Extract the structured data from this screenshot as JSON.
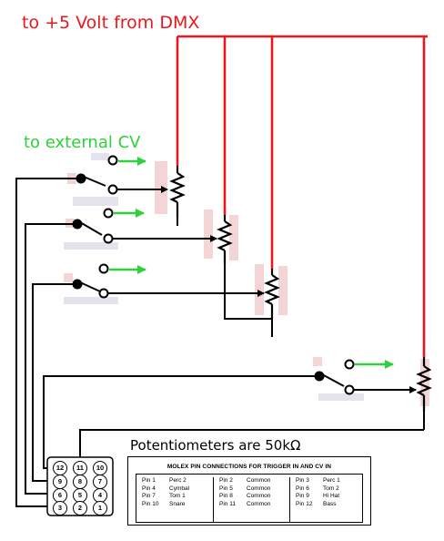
{
  "labels": {
    "dmx_supply": "to +5 Volt from DMX",
    "external_cv": "to external CV",
    "pot_value": "Potentiometers are 50kΩ"
  },
  "colors": {
    "supply_wire": "#e8181e",
    "cv_arrow": "#2fd13a",
    "wire": "#000000",
    "ghost": "#f0c8c8"
  },
  "connector": {
    "pins": [
      "12",
      "11",
      "10",
      "9",
      "8",
      "7",
      "6",
      "5",
      "4",
      "3",
      "2",
      "1"
    ]
  },
  "pin_table": {
    "title": "MOLEX PIN CONNECTIONS FOR TRIGGER IN AND CV IN",
    "columns": [
      [
        {
          "pin": "Pin 1",
          "name": "Perc 2"
        },
        {
          "pin": "Pin 4",
          "name": "Cymbal"
        },
        {
          "pin": "Pin 7",
          "name": "Tom 1"
        },
        {
          "pin": "Pin 10",
          "name": "Snare"
        }
      ],
      [
        {
          "pin": "Pin 2",
          "name": "Common"
        },
        {
          "pin": "Pin 5",
          "name": "Common"
        },
        {
          "pin": "Pin 8",
          "name": "Common"
        },
        {
          "pin": "Pin 11",
          "name": "Common"
        }
      ],
      [
        {
          "pin": "Pin 3",
          "name": "Perc 1"
        },
        {
          "pin": "Pin 6",
          "name": "Tom 2"
        },
        {
          "pin": "Pin 9",
          "name": "Hi Hat"
        },
        {
          "pin": "Pin 12",
          "name": "Bass"
        }
      ]
    ]
  }
}
